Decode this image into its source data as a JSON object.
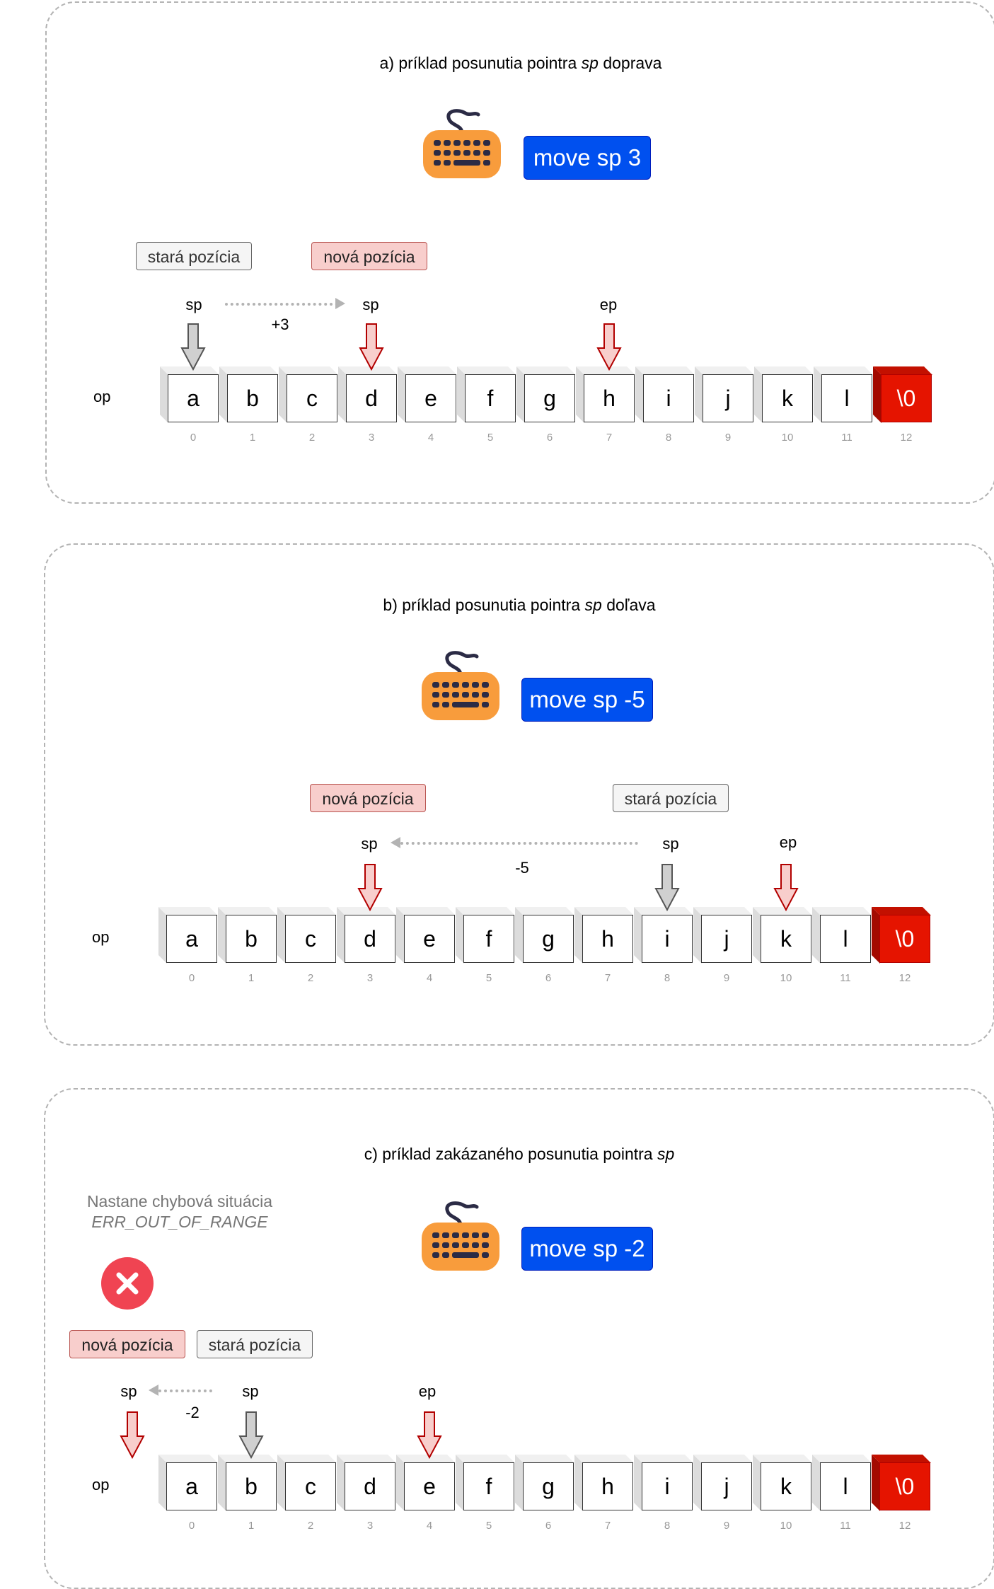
{
  "panels": [
    {
      "title_prefix": "a) príklad posunutia pointra ",
      "title_ptr": "sp",
      "title_suffix": " doprava",
      "command": "move sp 3",
      "old_tag": "stará pozícia",
      "new_tag": "nová pozícia",
      "sp_old_label": "sp",
      "sp_new_label": "sp",
      "ep_label": "ep",
      "offset": "+3",
      "op_label": "op",
      "sp_old_index": 0,
      "sp_new_index": 3,
      "ep_index": 7
    },
    {
      "title_prefix": "b) príklad posunutia pointra ",
      "title_ptr": "sp",
      "title_suffix": " doľava",
      "command": "move sp -5",
      "old_tag": "stará pozícia",
      "new_tag": "nová pozícia",
      "sp_old_label": "sp",
      "sp_new_label": "sp",
      "ep_label": "ep",
      "offset": "-5",
      "op_label": "op",
      "sp_old_index": 8,
      "sp_new_index": 3,
      "ep_index": 10
    },
    {
      "title_prefix": "c) príklad zakázaného posunutia pointra ",
      "title_ptr": "sp",
      "title_suffix": "",
      "command": "move sp -2",
      "old_tag": "stará pozícia",
      "new_tag": "nová pozícia",
      "sp_old_label": "sp",
      "sp_new_label": "sp",
      "ep_label": "ep",
      "offset": "-2",
      "op_label": "op",
      "error_line1": "Nastane chybová situácia",
      "error_line2": "ERR_OUT_OF_RANGE",
      "sp_old_index": 1,
      "sp_new_index": -1,
      "ep_index": 4
    }
  ],
  "cells": [
    "a",
    "b",
    "c",
    "d",
    "e",
    "f",
    "g",
    "h",
    "i",
    "j",
    "k",
    "l",
    "\\0"
  ],
  "indices": [
    "0",
    "1",
    "2",
    "3",
    "4",
    "5",
    "6",
    "7",
    "8",
    "9",
    "10",
    "11",
    "12"
  ],
  "colors": {
    "command_bg": "#0050ef",
    "terminator": "#e51400",
    "new_arrow": "#f8cecc",
    "old_arrow": "#d0d0d0",
    "keyboard": "#f89c3c",
    "error_icon": "#f04452"
  },
  "icons": [
    "keyboard-icon",
    "error-x-icon",
    "down-arrow-icon"
  ]
}
